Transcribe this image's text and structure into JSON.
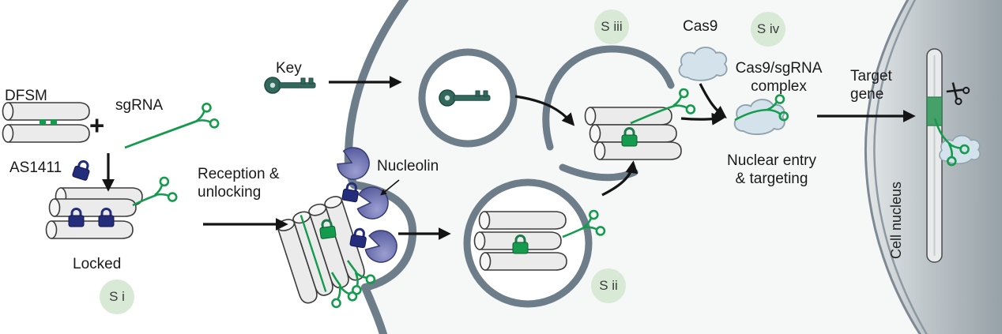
{
  "labels": {
    "dfsm": "DFSM",
    "plus": "+",
    "sgrna": "sgRNA",
    "as1411": "AS1411",
    "locked": "Locked",
    "key": "Key",
    "nucleolin": "Nucleolin",
    "cas9": "Cas9",
    "cell_nucleus": "Cell nucleus"
  },
  "stages": {
    "s1": "S i",
    "s2": "S ii",
    "s3": "S iii",
    "s4": "S iv"
  },
  "annotations": {
    "reception": [
      "Reception &",
      "unlocking"
    ],
    "complex": [
      "Cas9/sgRNA",
      "complex"
    ],
    "nuclear": [
      "Nuclear entry",
      "& targeting"
    ],
    "target": [
      "Target",
      "gene"
    ]
  },
  "colors": {
    "sgrna_green": "#149b4d",
    "lock_navy": "#232d7c",
    "key_teal": "#33695d",
    "nucleolin_purple": "#5a5fa4",
    "membrane_gray": "#6d7e8a",
    "cas9_cloud_fill": "#d4e2eb",
    "stage_badge_bg": "#d8e9d6",
    "cylinder_fill": "#ebebeb",
    "nucleus_fill": "#b9c1c6",
    "arrow_black": "#141414"
  }
}
